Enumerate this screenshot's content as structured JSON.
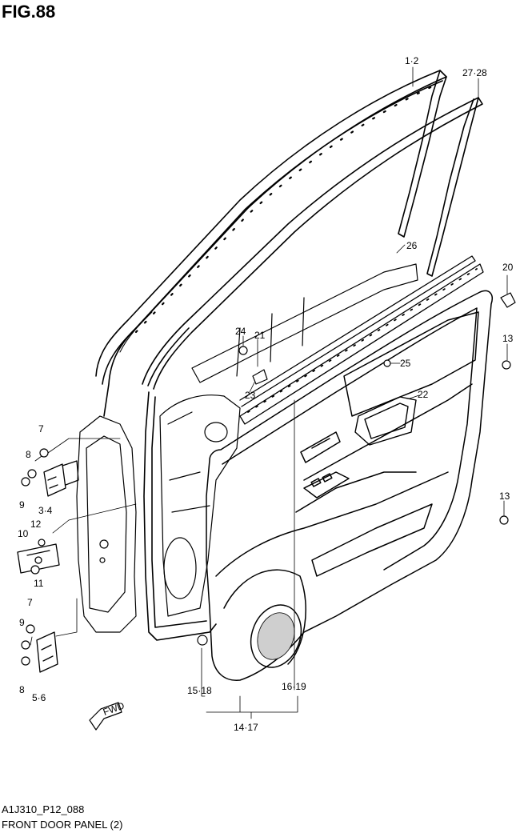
{
  "figure": {
    "title": "FIG.88",
    "code": "A1J310_P12_088",
    "caption": "FRONT DOOR PANEL (2)"
  },
  "fwd_label": "FWD",
  "callouts": {
    "c1_2": "1·2",
    "c27_28": "27·28",
    "c26": "26",
    "c20": "20",
    "c13a": "13",
    "c13b": "13",
    "c24": "24",
    "c21": "21",
    "c23": "23",
    "c25": "25",
    "c22": "22",
    "c7a": "7",
    "c8a": "8",
    "c9a": "9",
    "c3_4": "3·4",
    "c10": "10",
    "c12": "12",
    "c11": "11",
    "c7b": "7",
    "c9b": "9",
    "c8b": "8",
    "c5_6": "5·6",
    "c15_18": "15·18",
    "c16_19": "16·19",
    "c14_17": "14·17"
  }
}
